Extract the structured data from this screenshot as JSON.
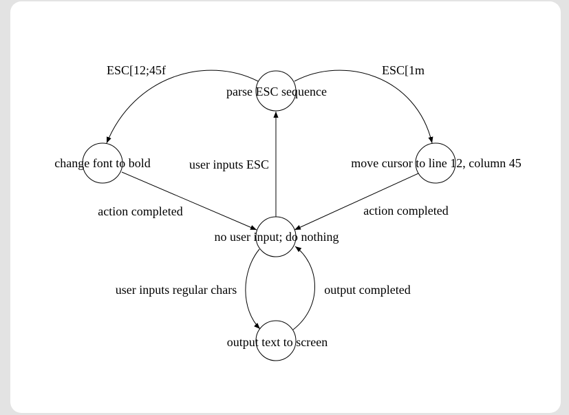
{
  "diagram": {
    "nodes": {
      "parse": "parse ESC sequence",
      "bold": "change font to bold",
      "cursor": "move cursor to line 12, column 45",
      "idle": "no user input; do nothing",
      "output": "output text to screen"
    },
    "edges": {
      "parse_to_bold": "ESC[12;45f",
      "parse_to_cursor": "ESC[1m",
      "idle_to_parse": "user inputs ESC",
      "bold_to_idle": "action completed",
      "cursor_to_idle": "action completed",
      "idle_to_output": "user inputs regular chars",
      "output_to_idle": "output completed"
    }
  }
}
